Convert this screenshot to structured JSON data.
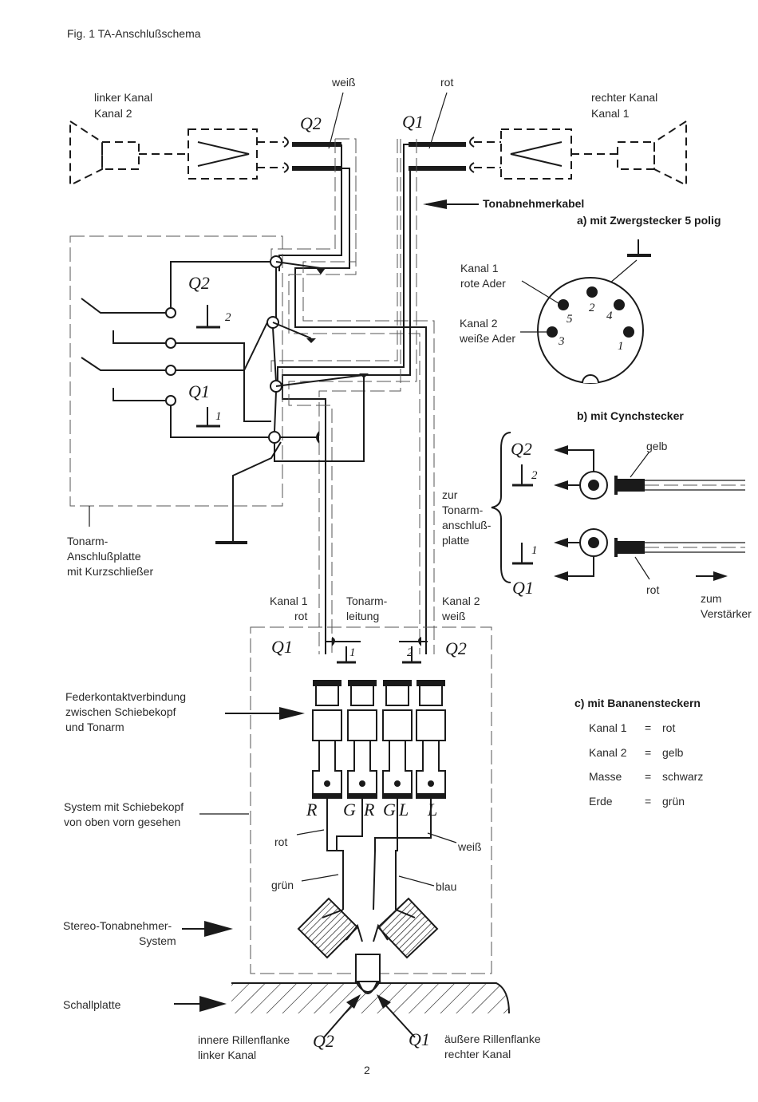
{
  "figure": {
    "title": "Fig. 1   TA-Anschlußschema",
    "page_number": "2"
  },
  "top": {
    "left_channel": [
      "linker Kanal",
      "Kanal 2"
    ],
    "right_channel": [
      "rechter Kanal",
      "Kanal 1"
    ],
    "wire_white": "weiß",
    "wire_red": "rot",
    "q2": "Q2",
    "q1": "Q1",
    "cable_label": "Tonabnehmerkabel"
  },
  "plate": {
    "q2": "Q2",
    "q1": "Q1",
    "ground2": "2",
    "ground1": "1",
    "caption": [
      "Tonarm-",
      "Anschlußplatte",
      "mit Kurzschließer"
    ]
  },
  "section_a": {
    "title": "a) mit Zwergstecker 5 polig",
    "ch1": [
      "Kanal 1",
      "rote Ader"
    ],
    "ch2": [
      "Kanal 2",
      "weiße Ader"
    ],
    "pins": [
      "5",
      "2",
      "4",
      "3",
      "1"
    ]
  },
  "section_b": {
    "title": "b) mit Cynchstecker",
    "yellow": "gelb",
    "red": "rot",
    "q2": "Q2",
    "q1": "Q1",
    "g2": "2",
    "g1": "1",
    "to_amp": [
      "zum",
      "Verstärker"
    ]
  },
  "middle": {
    "to_plate": [
      "zur",
      "Tonarm-",
      "anschluß-",
      "platte"
    ],
    "kanal1": [
      "Kanal 1",
      "rot"
    ],
    "tonarm": [
      "Tonarm-",
      "leitung"
    ],
    "kanal2": [
      "Kanal 2",
      "weiß"
    ]
  },
  "section_c": {
    "title": "c) mit Bananensteckern",
    "rows": [
      {
        "name": "Kanal 1",
        "eq": "=",
        "color": "rot"
      },
      {
        "name": "Kanal 2",
        "eq": "=",
        "color": "gelb"
      },
      {
        "name": "Masse",
        "eq": "=",
        "color": "schwarz"
      },
      {
        "name": "Erde",
        "eq": "=",
        "color": "grün"
      }
    ]
  },
  "bottom": {
    "q1": "Q1",
    "q2": "Q2",
    "g1": "1",
    "g2": "2",
    "spring_contact": [
      "Federkontaktverbindung",
      "zwischen Schiebekopf",
      "und Tonarm"
    ],
    "system": [
      "System mit Schiebekopf",
      "von oben vorn gesehen"
    ],
    "cartridge": [
      "Stereo-Tonabnehmer-",
      "System"
    ],
    "record": "Schallplatte",
    "pins": [
      "R",
      "G",
      "R",
      "G",
      "L",
      "L"
    ],
    "wire_red": "rot",
    "wire_white": "weiß",
    "wire_green": "grün",
    "wire_blue": "blau",
    "inner_flank": [
      "innere Rillenflanke",
      "linker Kanal"
    ],
    "outer_flank": [
      "äußere Rillenflanke",
      "rechter Kanal"
    ],
    "q2_bottom": "Q2",
    "q1_bottom": "Q1"
  }
}
